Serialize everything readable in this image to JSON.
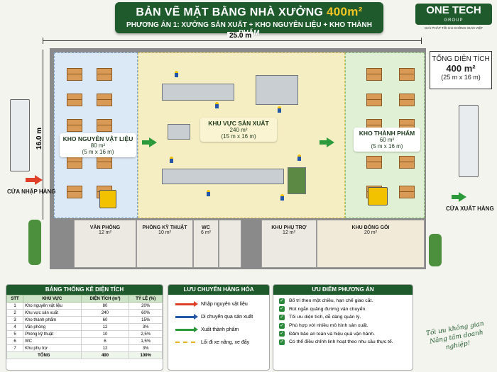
{
  "header": {
    "title_main": "BẢN VẼ MẶT BẰNG NHÀ XƯỞNG ",
    "title_accent": "400m²",
    "subtitle": "PHƯƠNG ÁN 1: XƯỞNG SẢN XUẤT + KHO NGUYÊN LIỆU + KHO THÀNH PHẨM"
  },
  "logo": {
    "name": "ONE TECH",
    "sub": "GROUP",
    "tagline": "GIẢI PHÁP TỐI ƯU KHÔNG GIAN VIỆT"
  },
  "total_area": {
    "label": "TỔNG DIỆN TÍCH",
    "value": "400 m²",
    "dims": "(25 m x 16 m)"
  },
  "dimensions": {
    "width": "25.0 m",
    "height": "16.0 m"
  },
  "zones": {
    "raw": {
      "name": "KHO NGUYÊN VẬT LIỆU",
      "area": "80 m²",
      "dims": "(5 m x 16 m)"
    },
    "production": {
      "name": "KHU VỰC SẢN XUẤT",
      "area": "240 m²",
      "dims": "(15 m x 16 m)"
    },
    "finished": {
      "name": "KHO THÀNH PHẨM",
      "area": "60 m²",
      "dims": "(5 m x 16 m)"
    }
  },
  "rooms": [
    {
      "name": "VĂN PHÒNG",
      "area": "12 m²"
    },
    {
      "name": "PHÒNG KỸ THUẬT",
      "area": "10 m²"
    },
    {
      "name": "WC",
      "area": "6 m²"
    },
    {
      "name": "KHU PHỤ TRỢ",
      "area": "12 m²"
    },
    {
      "name": "KHU ĐÓNG GÓI",
      "area": "20 m²"
    }
  ],
  "gates": {
    "in": "CỬA NHẬP HÀNG",
    "out": "CỬA XUẤT HÀNG"
  },
  "stats": {
    "title": "BẢNG THỐNG KÊ DIỆN TÍCH",
    "headers": [
      "STT",
      "KHU VỰC",
      "DIỆN TÍCH (m²)",
      "TỶ LỆ (%)"
    ],
    "rows": [
      [
        "1",
        "Kho nguyên vật liệu",
        "80",
        "20%"
      ],
      [
        "2",
        "Khu vực sản xuất",
        "240",
        "60%"
      ],
      [
        "3",
        "Kho thành phẩm",
        "60",
        "15%"
      ],
      [
        "4",
        "Văn phòng",
        "12",
        "3%"
      ],
      [
        "5",
        "Phòng kỹ thuật",
        "10",
        "2,5%"
      ],
      [
        "6",
        "WC",
        "6",
        "1,5%"
      ],
      [
        "7",
        "Khu phụ trợ",
        "12",
        "3%"
      ]
    ],
    "total": [
      "TỔNG",
      "400",
      "100%"
    ]
  },
  "flow": {
    "title": "LƯU CHUYỂN HÀNG HÓA",
    "items": [
      {
        "label": "Nhập nguyên vật liệu",
        "color": "#e0402a"
      },
      {
        "label": "Di chuyển qua sản xuất",
        "color": "#2456a8"
      },
      {
        "label": "Xuất thành phẩm",
        "color": "#2a9a3a"
      },
      {
        "label": "Lối đi xe nâng, xe đẩy",
        "color": "#e3b31d"
      }
    ]
  },
  "advantages": {
    "title": "ƯU ĐIỂM PHƯƠNG ÁN",
    "items": [
      "Bố trí theo một chiều, hạn chế giao cắt.",
      "Rút ngắn quãng đường vận chuyển.",
      "Tối ưu diện tích, dễ dàng quản lý.",
      "Phù hợp với nhiều mô hình sản xuất.",
      "Đảm bảo an toàn và hiệu quả vận hành.",
      "Có thể điều chỉnh linh hoạt theo nhu cầu thực tế."
    ]
  },
  "slogan": {
    "line1": "Tối ưu không gian",
    "line2": "Nâng tầm doanh nghiệp!"
  }
}
